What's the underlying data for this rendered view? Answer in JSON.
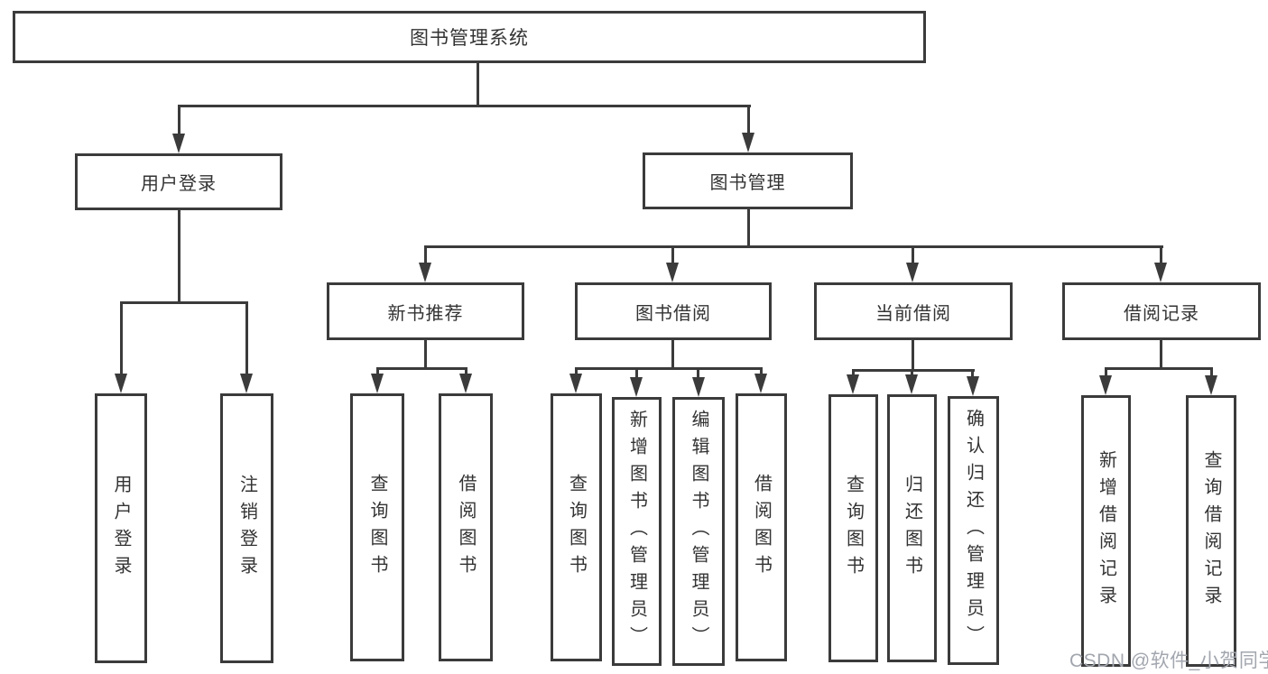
{
  "diagram": {
    "title": "图书管理系统",
    "root": {
      "label": "图书管理系统"
    },
    "level2": [
      {
        "label": "用户登录"
      },
      {
        "label": "图书管理"
      }
    ],
    "level3": [
      {
        "label": "新书推荐"
      },
      {
        "label": "图书借阅"
      },
      {
        "label": "当前借阅"
      },
      {
        "label": "借阅记录"
      }
    ],
    "leaves": {
      "user_login": [
        "用户登录",
        "注销登录"
      ],
      "new_book": [
        "查询图书",
        "借阅图书"
      ],
      "borrow": [
        "查询图书",
        "新增图书（管理员）",
        "编辑图书（管理员）",
        "借阅图书"
      ],
      "current": [
        "查询图书",
        "归还图书",
        "确认归还（管理员）"
      ],
      "records": [
        "新增借阅记录",
        "查询借阅记录"
      ]
    }
  },
  "watermark": "CSDN @软件_小贺同学",
  "colors": {
    "line": "#3b3b3b",
    "text": "#333333",
    "watermark": "#a2a6ae",
    "background": "#ffffff"
  }
}
